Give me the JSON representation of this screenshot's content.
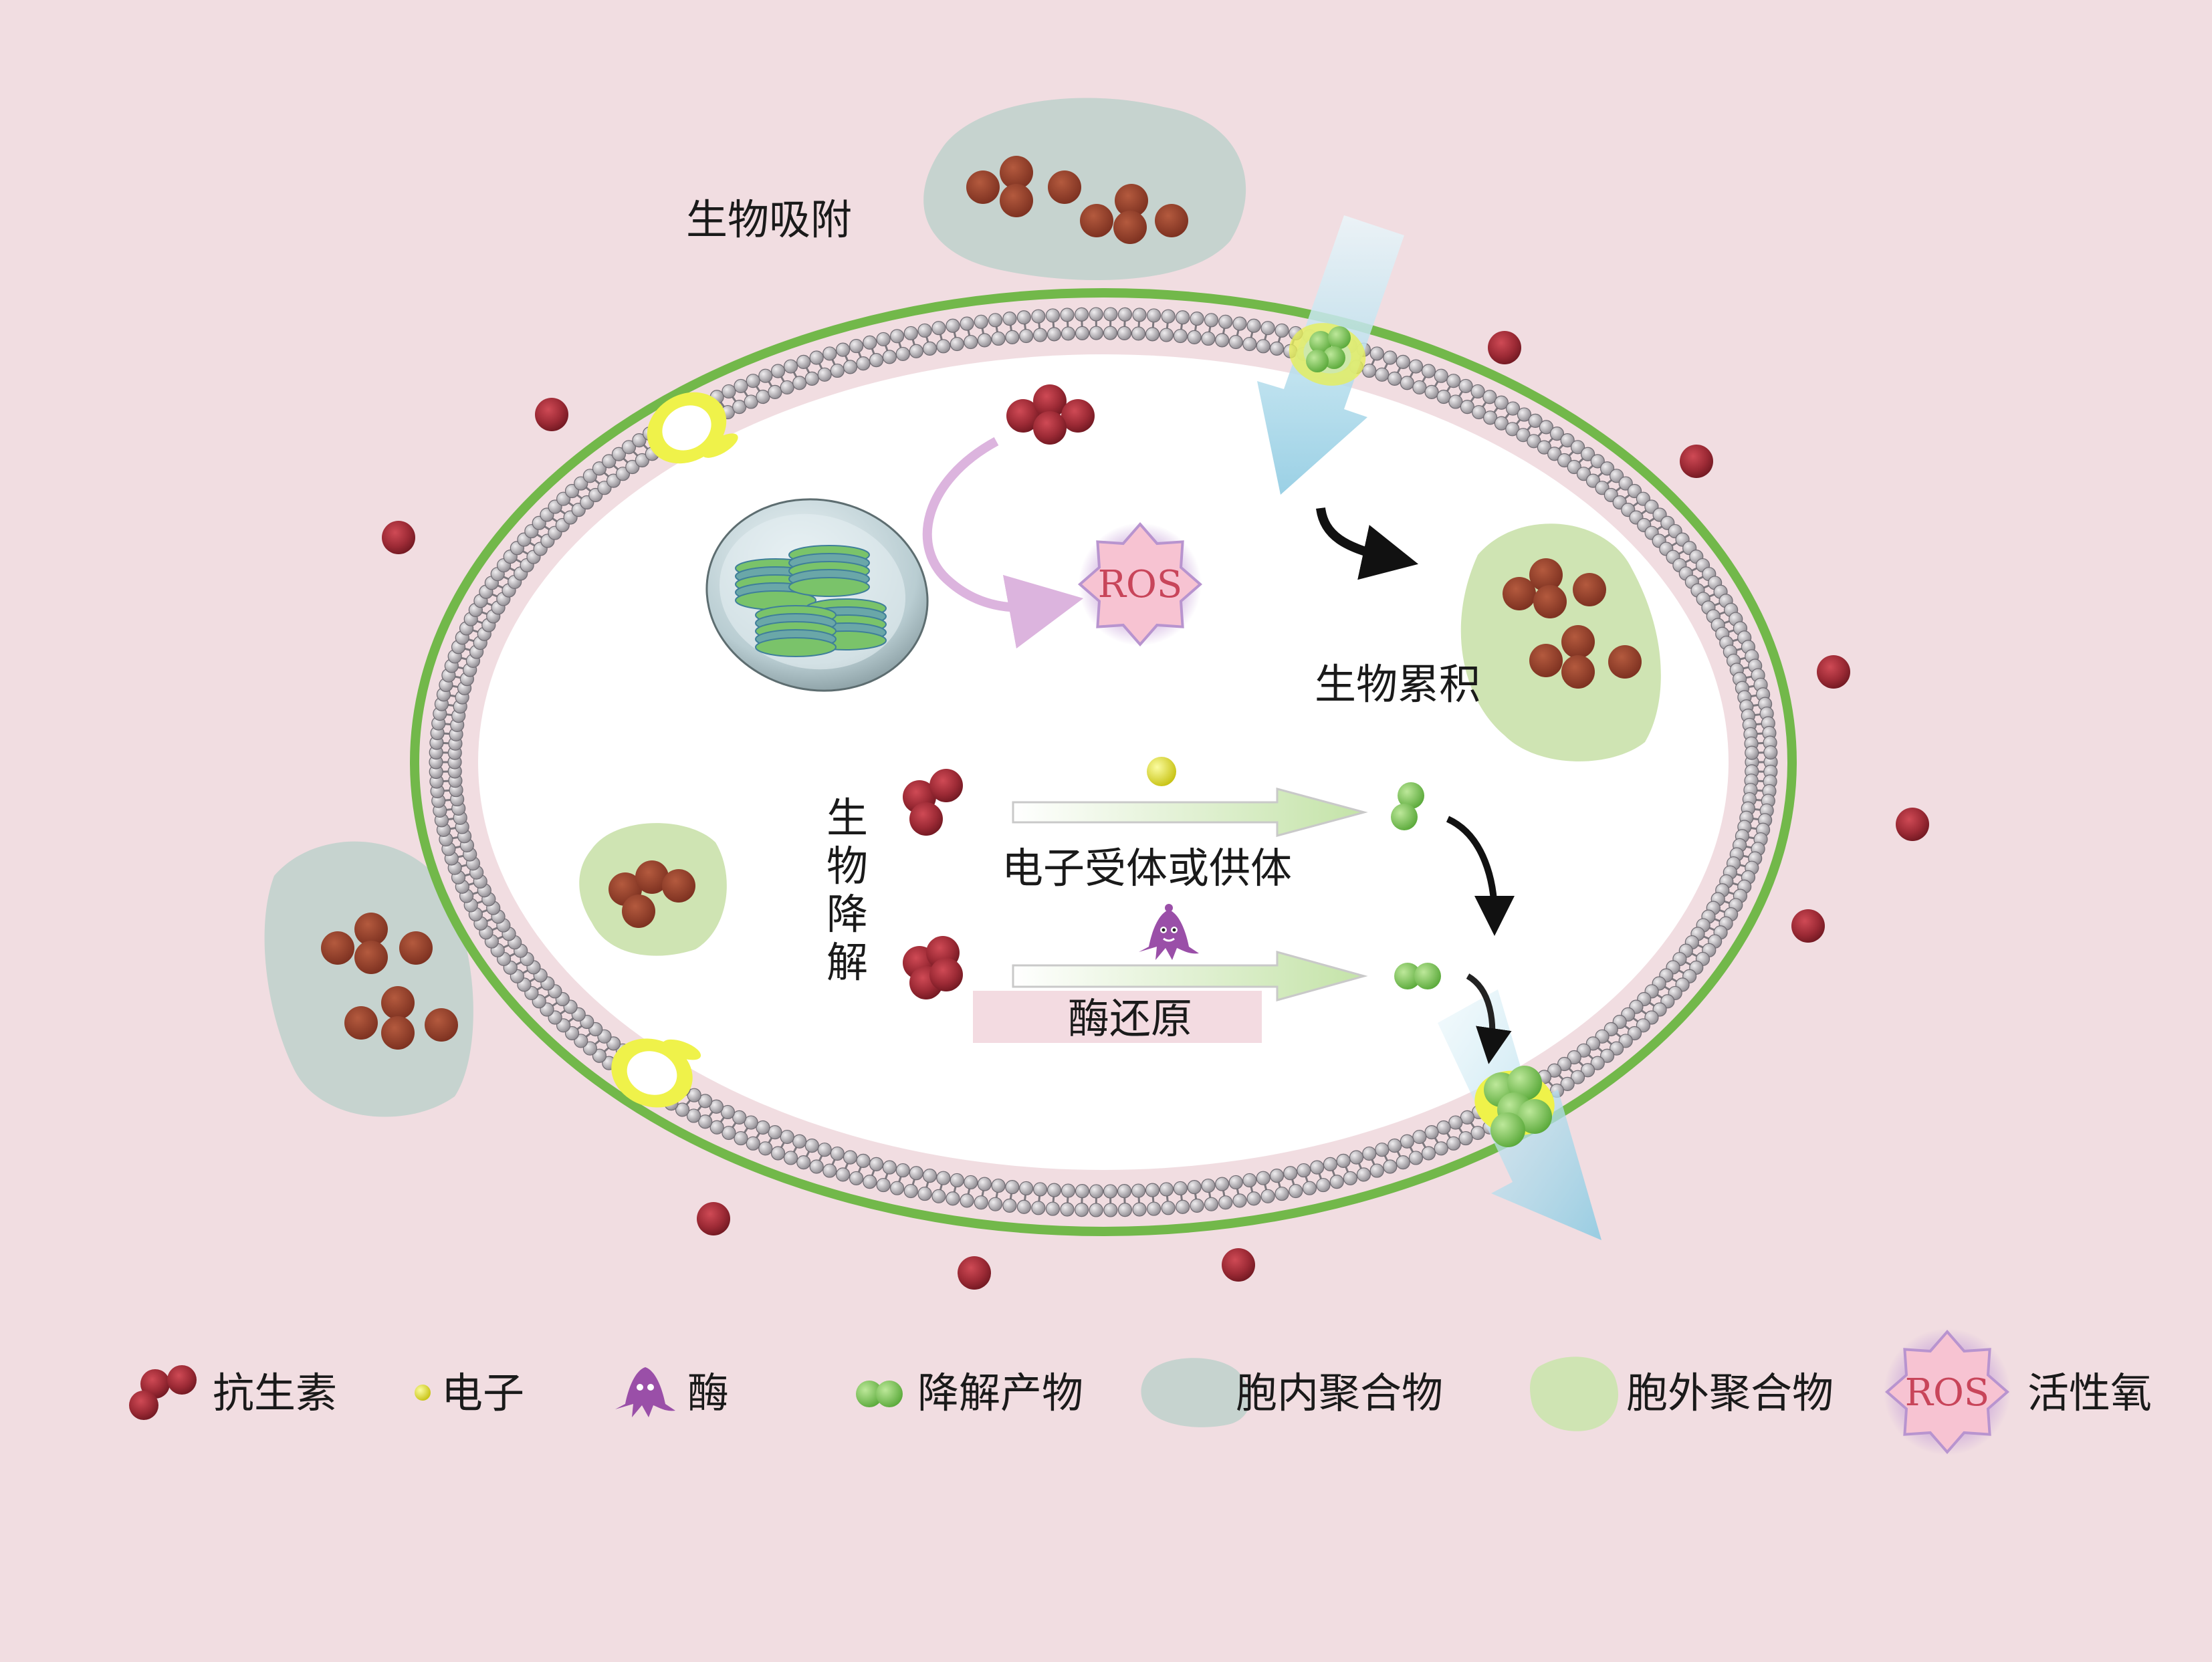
{
  "labels": {
    "adsorption": "生物吸附",
    "accumulation": "生物累积",
    "degradation_chars": [
      "生",
      "物",
      "降",
      "解"
    ],
    "electron_path": "电子受体或供体",
    "enzyme_reduction": "酶还原",
    "ros_inner": "ROS"
  },
  "legend": [
    {
      "key": "antibiotic",
      "label": "抗生素",
      "icon": "antibiotic-cluster-icon"
    },
    {
      "key": "electron",
      "label": "电子",
      "icon": "electron-icon"
    },
    {
      "key": "enzyme",
      "label": "酶",
      "icon": "enzyme-icon"
    },
    {
      "key": "product",
      "label": "降解产物",
      "icon": "degradation-product-icon"
    },
    {
      "key": "intra",
      "label": "胞内聚合物",
      "icon": "intracellular-polymer-icon"
    },
    {
      "key": "extra",
      "label": "胞外聚合物",
      "icon": "extracellular-polymer-icon"
    },
    {
      "key": "ros",
      "label": "活性氧",
      "badge": "ROS",
      "icon": "ros-star-icon"
    }
  ],
  "colors": {
    "background": "#f1dde1",
    "antibiotic": "#9c2a35",
    "membrane_green": "#72b84a",
    "electron": "#e5e02a",
    "product": "#7cc653",
    "intra_polymer": "#c6d3cf",
    "extra_polymer": "#cfe4b3",
    "ros": "#f7c3d2",
    "enzyme": "#9a4fa8",
    "flow_arrow": "#a9d8ea"
  }
}
